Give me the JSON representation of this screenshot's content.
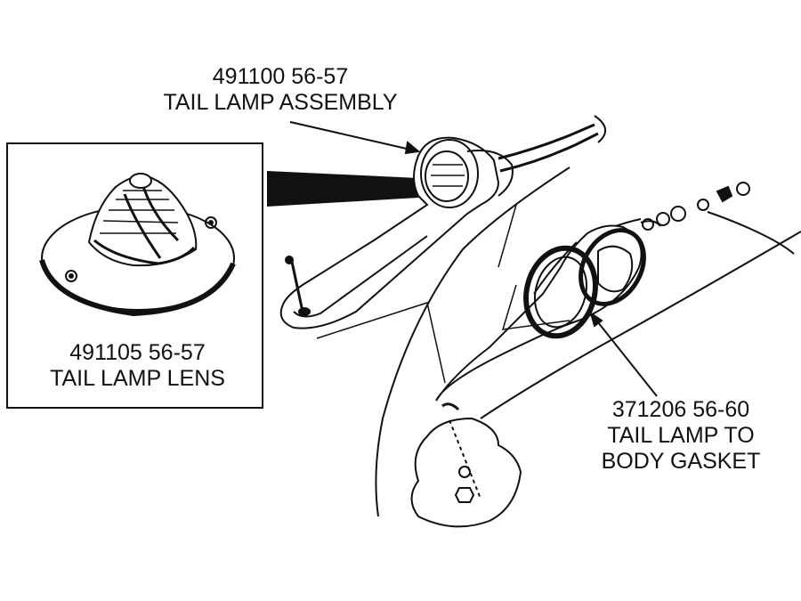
{
  "figure": {
    "background": "#ffffff",
    "ink": "#111111",
    "callouts": {
      "assembly": {
        "line1": "491100  56-57",
        "line2": "TAIL LAMP ASSEMBLY"
      },
      "lens": {
        "line1": "491105  56-57",
        "line2": "TAIL LAMP LENS"
      },
      "gasket": {
        "line1": "371206  56-60",
        "line2": "TAIL LAMP TO",
        "line3": "BODY GASKET"
      }
    }
  }
}
